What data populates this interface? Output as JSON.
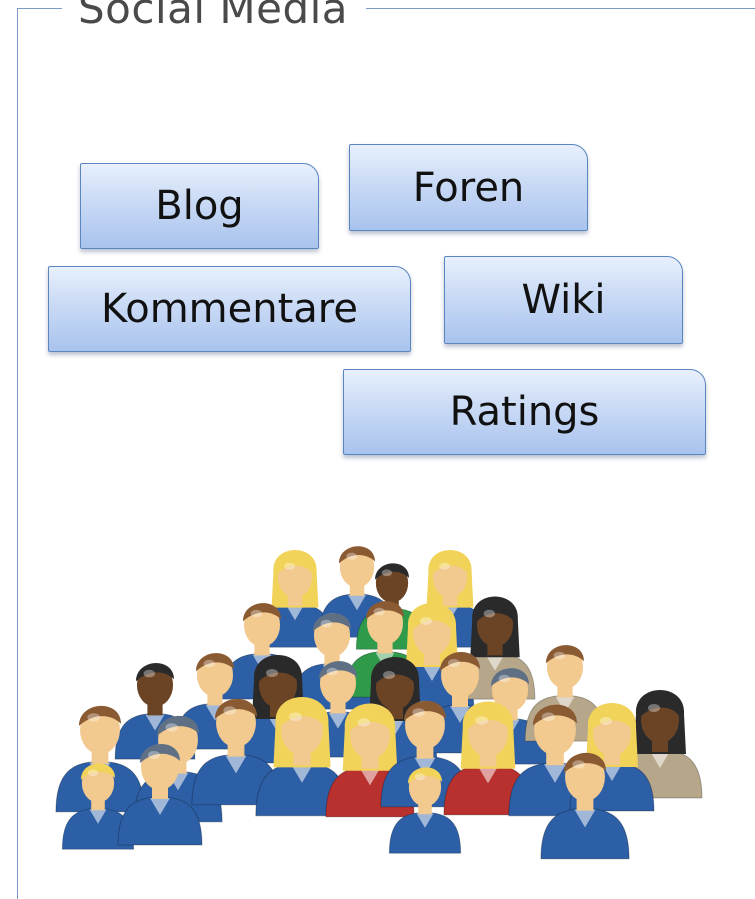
{
  "group": {
    "title": "Social Media"
  },
  "tags": [
    {
      "id": "blog",
      "label": "Blog"
    },
    {
      "id": "foren",
      "label": "Foren"
    },
    {
      "id": "kommentare",
      "label": "Kommentare"
    },
    {
      "id": "wiki",
      "label": "Wiki"
    },
    {
      "id": "ratings",
      "label": "Ratings"
    }
  ],
  "illustration": {
    "icon": "crowd-of-people-icon",
    "colors": {
      "skin_light": "#f2c98e",
      "skin_dark": "#6b4426",
      "hair_blond": "#f2d35a",
      "hair_brown": "#8a5a32",
      "hair_black": "#2a2a2a",
      "hair_grey": "#5f7084",
      "shirt_blue": "#2d5fa6",
      "shirt_red": "#b8312f",
      "shirt_green": "#2f9a4a",
      "shirt_beige": "#b7a78a"
    }
  }
}
